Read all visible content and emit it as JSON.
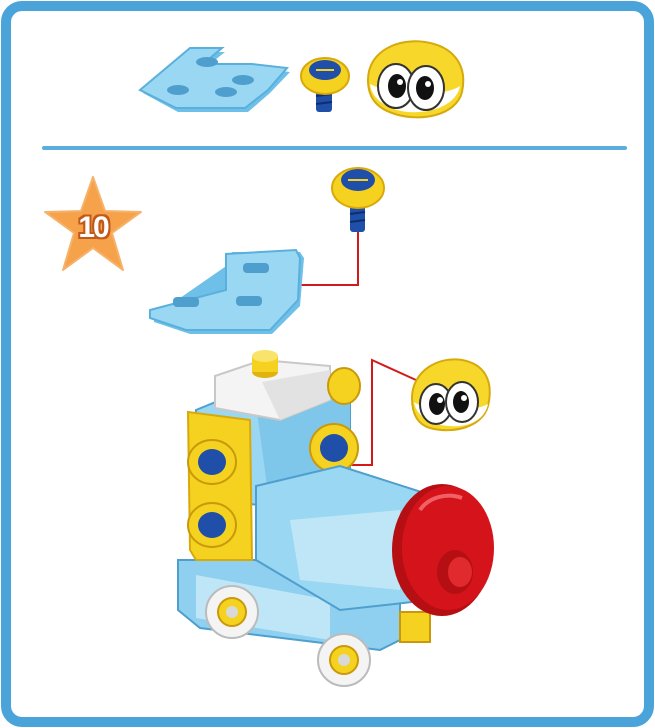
{
  "step": {
    "number": "10"
  },
  "colors": {
    "frame": "#4aa3d9",
    "separator": "#5aaede",
    "star": "#f5a24a",
    "plate": "#8fd0f0",
    "bolt_blue": "#1f4fa8",
    "yellow": "#f5d21f",
    "red": "#d4141a",
    "white_part": "#f4f4f4",
    "guide_line": "#d31a1a"
  },
  "parts_list": {
    "items": [
      "l-plate",
      "bolt",
      "eyes-cap"
    ]
  },
  "icons": [
    "star-badge-icon",
    "l-plate-icon",
    "bolt-icon",
    "eyes-cap-icon",
    "train-body-icon",
    "red-wheel-icon"
  ]
}
